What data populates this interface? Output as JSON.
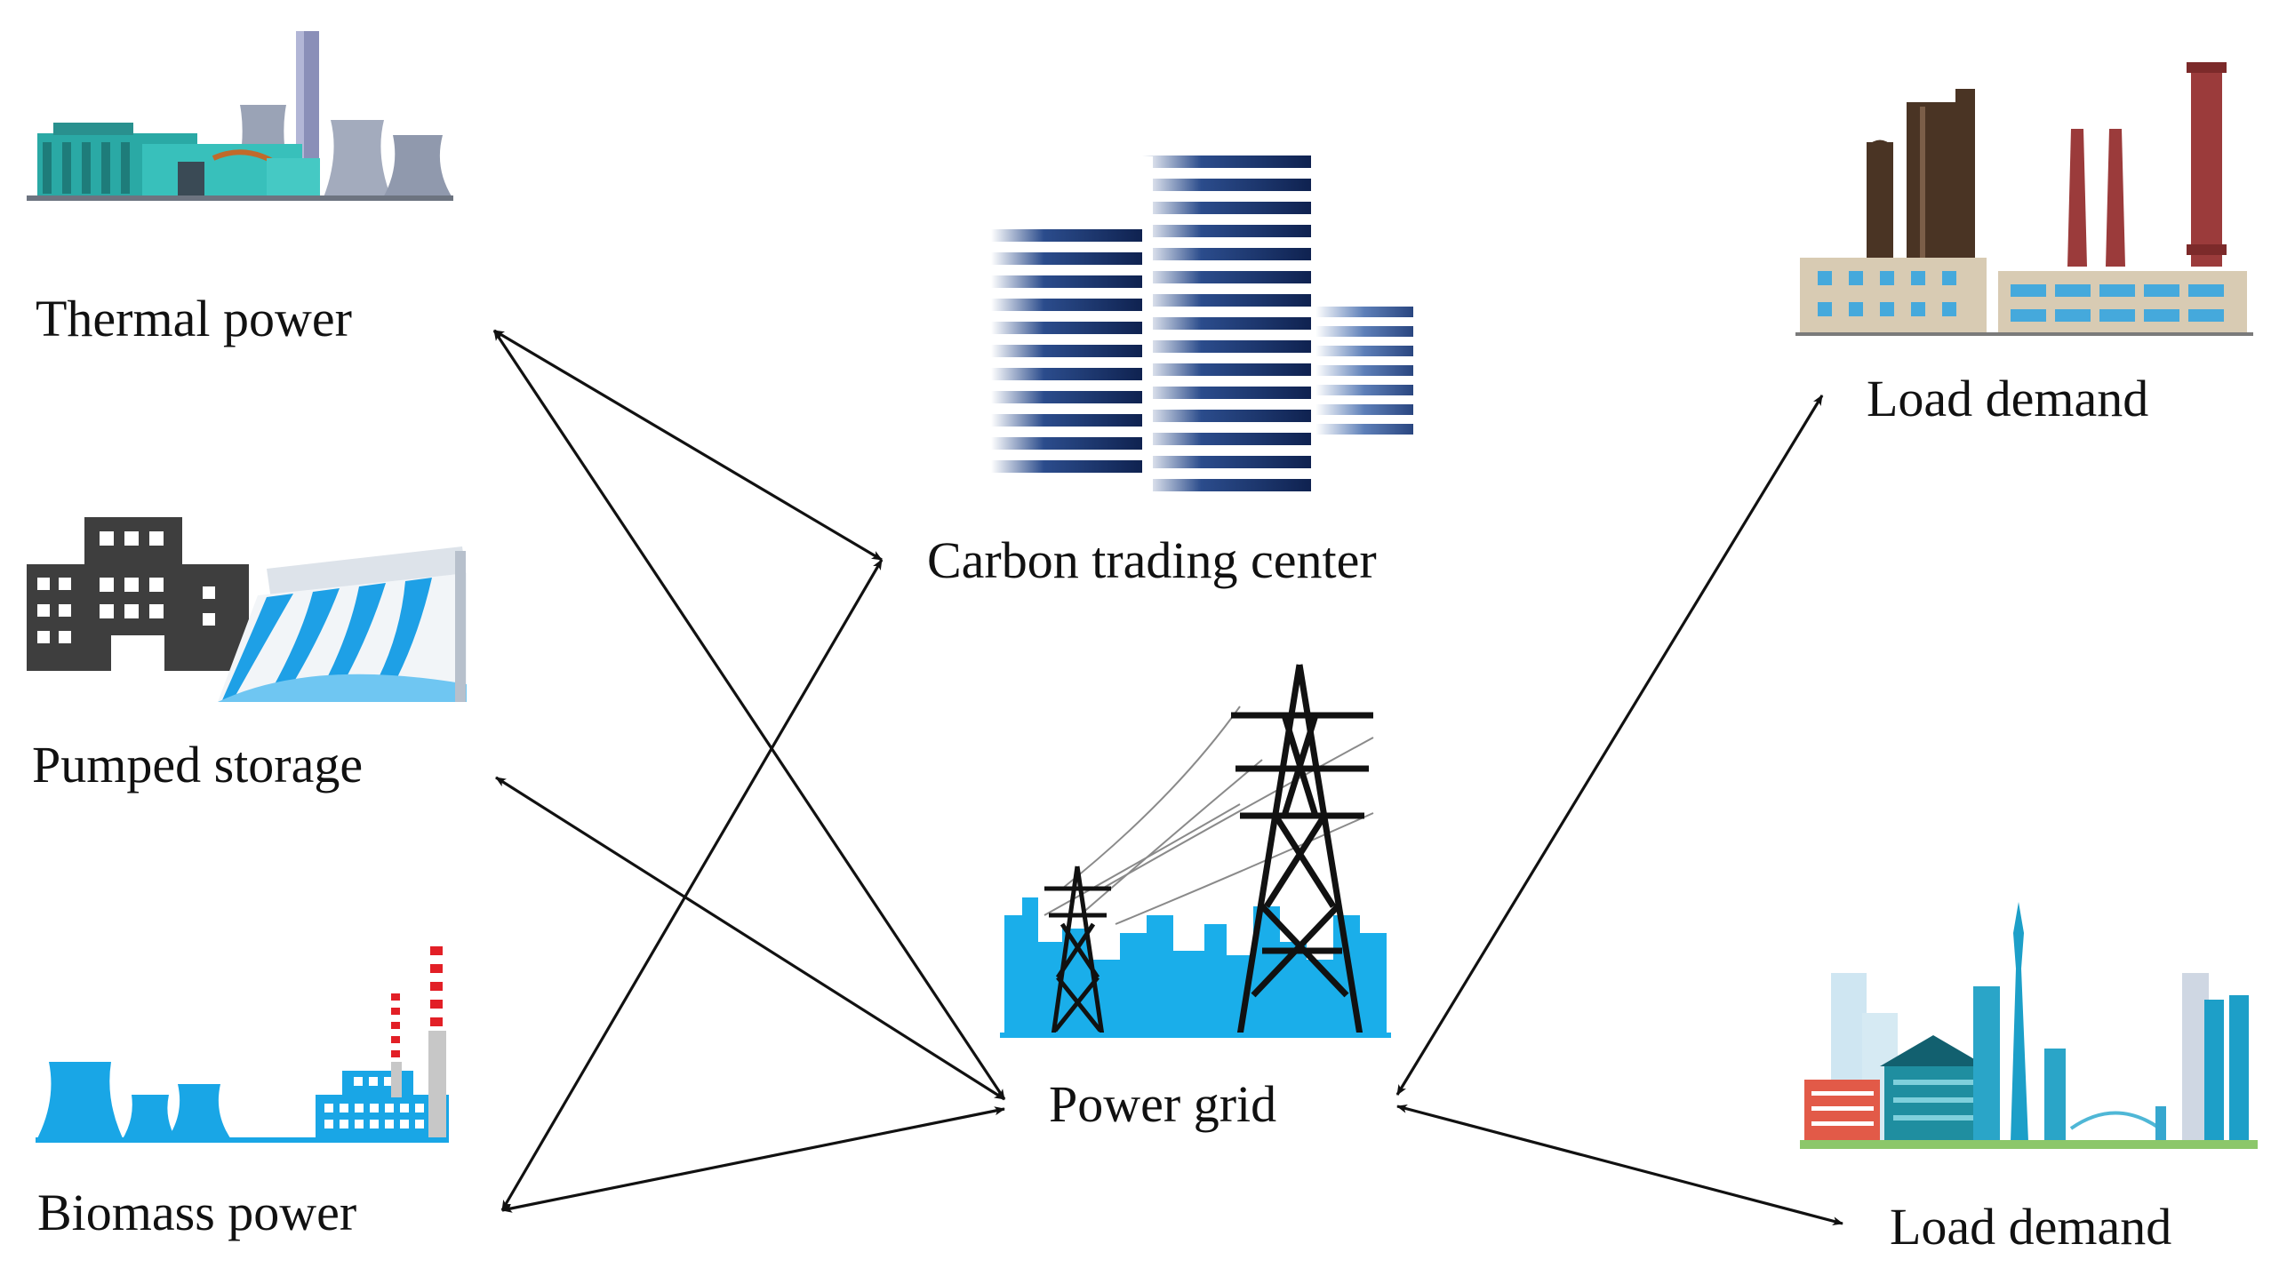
{
  "diagram": {
    "nodes": {
      "thermal_power": "Thermal power",
      "pumped_storage": "Pumped storage",
      "biomass_power": "Biomass power",
      "carbon_trading_center": "Carbon trading center",
      "power_grid": "Power grid",
      "load_demand_industrial": "Load demand",
      "load_demand_city": "Load demand"
    },
    "edges": [
      {
        "from": "thermal_power",
        "to": "carbon_trading_center",
        "direction": "both"
      },
      {
        "from": "thermal_power",
        "to": "power_grid",
        "direction": "both"
      },
      {
        "from": "pumped_storage",
        "to": "power_grid",
        "direction": "both"
      },
      {
        "from": "biomass_power",
        "to": "carbon_trading_center",
        "direction": "both"
      },
      {
        "from": "biomass_power",
        "to": "power_grid",
        "direction": "both"
      },
      {
        "from": "power_grid",
        "to": "load_demand_industrial",
        "direction": "both"
      },
      {
        "from": "power_grid",
        "to": "load_demand_city",
        "direction": "both"
      }
    ],
    "icons": {
      "thermal_power": "thermal-power-plant-icon",
      "pumped_storage": "pumped-storage-plant-icon",
      "biomass_power": "biomass-power-plant-icon",
      "carbon_trading_center": "office-buildings-icon",
      "power_grid": "transmission-tower-icon",
      "load_demand_industrial": "factory-icon",
      "load_demand_city": "city-skyline-icon"
    },
    "colors": {
      "arrow": "#111111",
      "thermal_teal": "#2aa9a5",
      "hydro_blue": "#1ea0e6",
      "building_navy": "#1d3b78",
      "grid_blue": "#1aaeea",
      "factory_brown": "#4a3424",
      "factory_red": "#9b3b3b"
    }
  }
}
